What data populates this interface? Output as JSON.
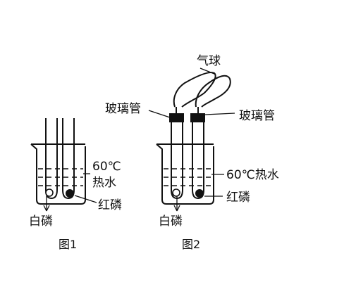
{
  "figure1": {
    "label_temp": "60℃",
    "label_water": "热水",
    "label_red_p": "红磷",
    "label_white_p": "白磷",
    "caption": "图1"
  },
  "figure2": {
    "label_balloon": "气球",
    "label_tube_left": "玻璃管",
    "label_tube_right": "玻璃管",
    "label_water": "60℃热水",
    "label_red_p": "红磷",
    "label_white_p": "白磷",
    "caption": "图2"
  }
}
